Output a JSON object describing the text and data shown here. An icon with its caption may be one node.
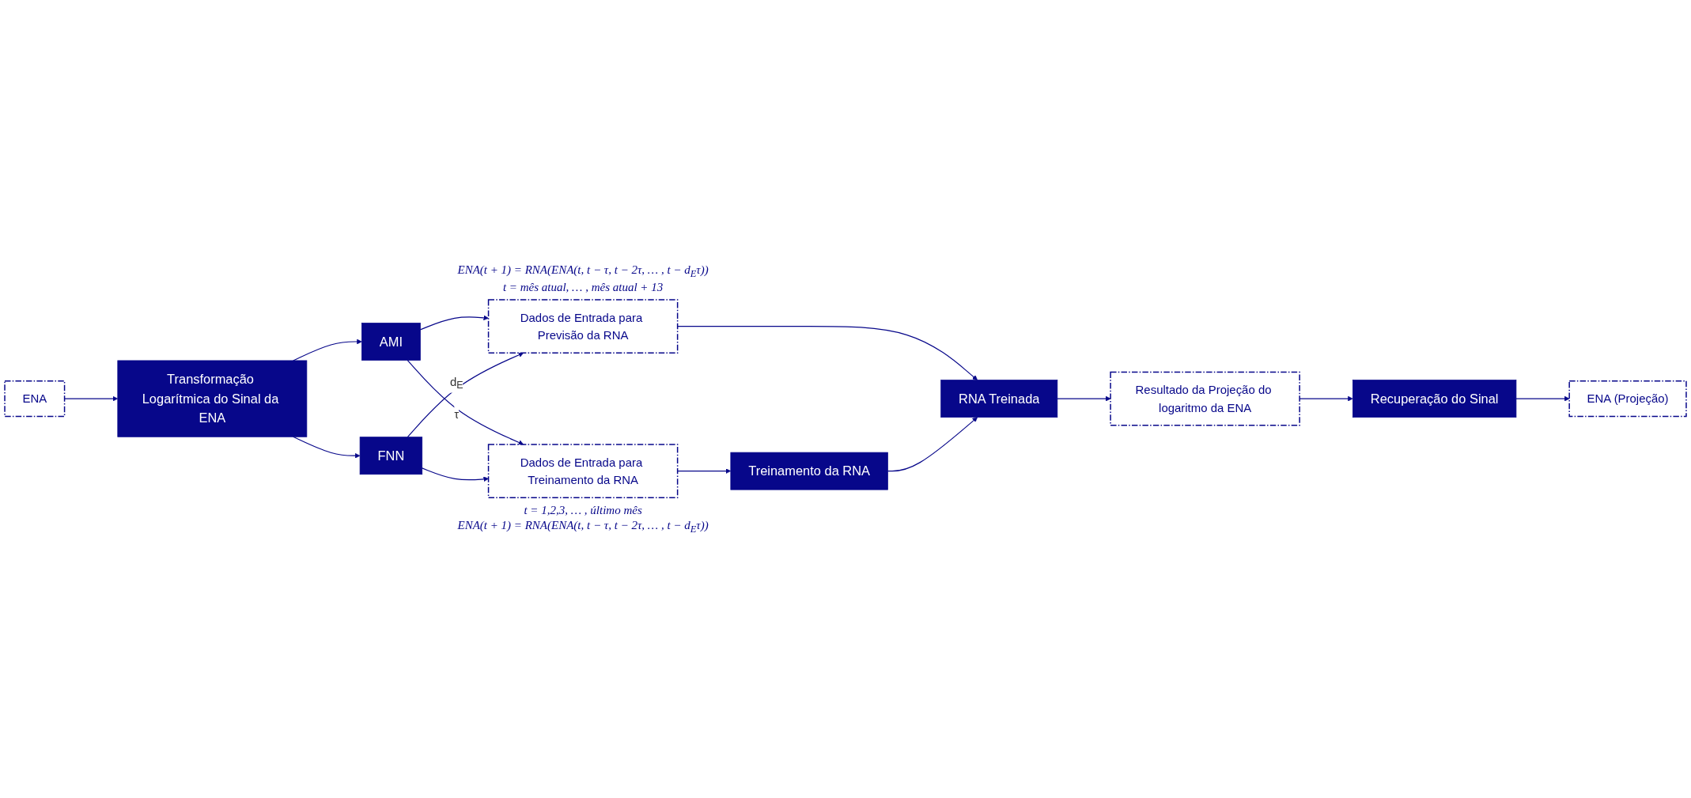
{
  "diagram": {
    "nodes": [
      {
        "text": [
          "ENA"
        ]
      },
      {
        "text": [
          "Transformação Logarítmica do Sinal da ENA"
        ]
      },
      {
        "text": [
          "AMI"
        ]
      },
      {
        "text": [
          "FNN"
        ]
      },
      {
        "text": [
          "Dados de Entrada para Treinamento da RNA"
        ],
        "beside": [
          "t = 1,2,3, … , último mês",
          "ENA(t + 1) = RNA(ENA(t, t − τ, t − 2τ, … , t − d$_{E}$τ))"
        ]
      },
      {
        "text": [
          "Dados de Entrada para Previsão da RNA"
        ],
        "beside": [
          "ENA(t + 1) = RNA(ENA(t, t − τ, t − 2τ, … , t − d$_{E}$τ))",
          "t = mês atual, … , mês atual + 13"
        ]
      },
      {
        "text": [
          "Treinamento da RNA"
        ]
      },
      {
        "text": [
          "RNA Treinada"
        ]
      },
      {
        "text": [
          "Resultado da Projeção do logaritmo da ENA"
        ]
      },
      {
        "text": [
          "Recuperação do Sinal"
        ]
      },
      {
        "text": [
          "ENA (Projeção)"
        ]
      }
    ],
    "edges": [
      {
        "from": 0,
        "to": 1,
        "arrow": "to"
      },
      {
        "from": 1,
        "to": 2,
        "arrow": "to"
      },
      {
        "from": 1,
        "to": 3,
        "arrow": "to"
      },
      {
        "from": 2,
        "to": 4,
        "arrow": "to",
        "label": "τ"
      },
      {
        "from": 2,
        "to": 5,
        "arrow": "to"
      },
      {
        "from": 3,
        "to": 4,
        "arrow": "to"
      },
      {
        "from": 3,
        "to": 5,
        "arrow": "to",
        "label": "d$_{E}$"
      },
      {
        "from": 4,
        "to": 6,
        "arrow": "to"
      },
      {
        "from": 5,
        "to": 7,
        "arrow": "to"
      },
      {
        "from": 6,
        "to": 7,
        "arrow": "to"
      },
      {
        "from": 7,
        "to": 8,
        "arrow": "to"
      },
      {
        "from": 8,
        "to": 9,
        "arrow": "to"
      },
      {
        "from": 9,
        "to": 10,
        "arrow": "to"
      }
    ]
  }
}
